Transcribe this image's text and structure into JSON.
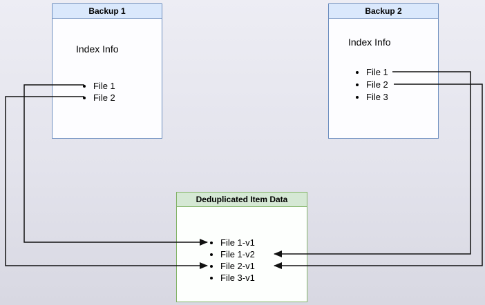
{
  "diagram": {
    "backup1": {
      "title": "Backup 1",
      "subtitle": "Index Info",
      "files": [
        "File 1",
        "File 2"
      ]
    },
    "backup2": {
      "title": "Backup 2",
      "subtitle": "Index Info",
      "files": [
        "File 1",
        "File 2",
        "File 3"
      ]
    },
    "dedup": {
      "title": "Deduplicated Item Data",
      "items": [
        "File 1-v1",
        "File 1-v2",
        "File 2-v1",
        "File 3-v1"
      ]
    },
    "arrows": [
      {
        "from": "Backup 1 / File 1",
        "to": "File 1-v1"
      },
      {
        "from": "Backup 1 / File 2",
        "to": "File 2-v1"
      },
      {
        "from": "Backup 2 / File 1",
        "to": "File 1-v2"
      },
      {
        "from": "Backup 2 / File 2",
        "to": "File 2-v1"
      }
    ],
    "colors": {
      "backup_header_fill": "#dae8fc",
      "backup_border": "#6c8ebf",
      "dedup_header_fill": "#d5e8d4",
      "dedup_border": "#82b366",
      "arrow": "#111111"
    }
  }
}
